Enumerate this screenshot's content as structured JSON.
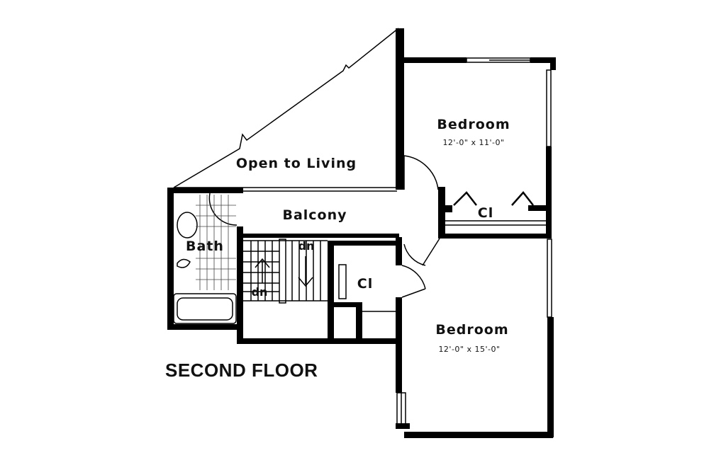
{
  "plan": {
    "title": "SECOND FLOOR",
    "rooms": {
      "bedroom_upper": {
        "label": "Bedroom",
        "dimensions": "12'-0\" x 11'-0\""
      },
      "bedroom_lower": {
        "label": "Bedroom",
        "dimensions": "12'-0\" x 15'-0\""
      },
      "open_to_living": {
        "label": "Open to Living"
      },
      "balcony": {
        "label": "Balcony"
      },
      "bath": {
        "label": "Bath"
      },
      "closet_upper": {
        "label": "Cl"
      },
      "closet_lower": {
        "label": "Cl"
      }
    },
    "stairs": {
      "down_label_top": "dn",
      "down_label_bottom": "dn"
    }
  }
}
